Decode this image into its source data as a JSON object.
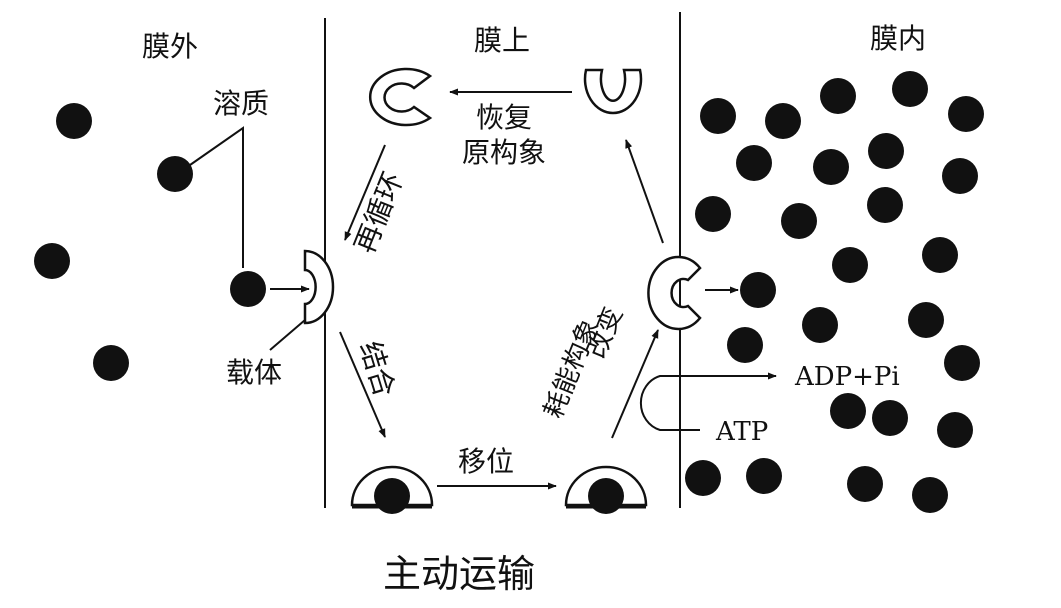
{
  "labels": {
    "outside": "膜外",
    "membrane": "膜上",
    "inside": "膜内",
    "solute": "溶质",
    "carrier": "载体",
    "restore": [
      "恢复",
      "原构象"
    ],
    "recycle": "再循环",
    "bind": "结合",
    "translocate": "移位",
    "energy": [
      "耗能构象",
      "改变"
    ],
    "adp": "ADP+Pi",
    "atp": "ATP"
  },
  "caption": "主动运输",
  "colors": {
    "ink": "#111111",
    "background": "#ffffff"
  }
}
